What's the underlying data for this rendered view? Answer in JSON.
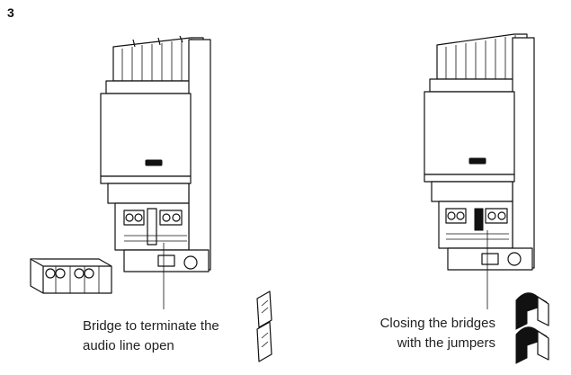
{
  "step_number": "3",
  "left_caption": {
    "line1": "Bridge to terminate the",
    "line2": "audio line open"
  },
  "right_caption": {
    "line1": "Closing the bridges",
    "line2": "with the jumpers"
  },
  "colors": {
    "ink": "#111111",
    "background": "#ffffff",
    "caption": "#222222"
  },
  "icons": [
    "din-rail-module",
    "terminal-block",
    "bridge-jumper-open",
    "bridge-jumper-closed"
  ]
}
